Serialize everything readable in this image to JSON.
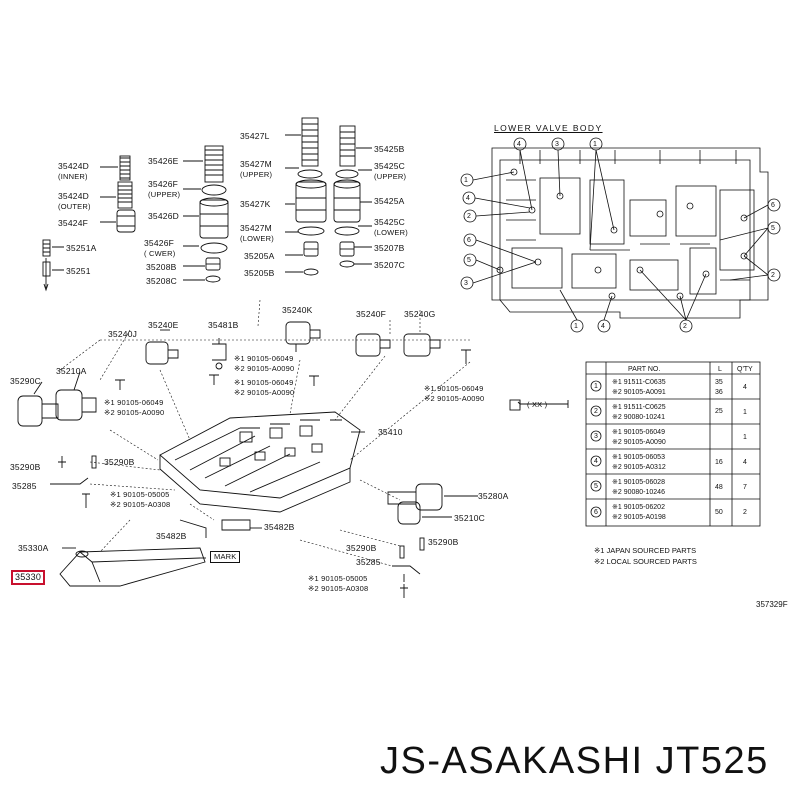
{
  "parts": {
    "left_stack": [
      {
        "code": "35424D",
        "sub": "(INNER)"
      },
      {
        "code": "35424D",
        "sub": "(OUTER)"
      },
      {
        "code": "35424F",
        "sub": ""
      },
      {
        "code": "35251A",
        "sub": ""
      },
      {
        "code": "35251",
        "sub": ""
      }
    ],
    "center_stack": [
      {
        "code": "35426E",
        "sub": ""
      },
      {
        "code": "35426F",
        "sub": "(UPPER)"
      },
      {
        "code": "35426D",
        "sub": ""
      },
      {
        "code": "35426F",
        "sub": "( CWER)"
      },
      {
        "code": "35208B",
        "sub": ""
      },
      {
        "code": "35208C",
        "sub": ""
      }
    ],
    "right_stack_left": [
      {
        "code": "35427L",
        "sub": ""
      },
      {
        "code": "35427M",
        "sub": "(UPPER)"
      },
      {
        "code": "35427K",
        "sub": ""
      },
      {
        "code": "35427M",
        "sub": "(LOWER)"
      },
      {
        "code": "35205A",
        "sub": ""
      },
      {
        "code": "35205B",
        "sub": ""
      }
    ],
    "right_stack_right": [
      {
        "code": "35425B",
        "sub": ""
      },
      {
        "code": "35425C",
        "sub": "(UPPER)"
      },
      {
        "code": "35425A",
        "sub": ""
      },
      {
        "code": "35425C",
        "sub": "(LOWER)"
      },
      {
        "code": "35207B",
        "sub": ""
      },
      {
        "code": "35207C",
        "sub": ""
      }
    ],
    "solenoids_top": [
      "35240E",
      "35481B",
      "35240K",
      "35240F",
      "35240G",
      "35240J"
    ],
    "bolt_groups": [
      {
        "a": "※1 90105-06049",
        "b": "※2 90105-A0090"
      },
      {
        "a": "※1 90105-06049",
        "b": "※2 90105-A0090"
      },
      {
        "a": "※1 90105-06049",
        "b": "※2 90105-A0090"
      },
      {
        "a": "※1 90105-06049",
        "b": "※2 90105-A0090"
      },
      {
        "a": "※1 90105-05005",
        "b": "※2 90105-A0308"
      },
      {
        "a": "※1 90105-05005",
        "b": "※2 90105-A0308"
      }
    ],
    "lower": {
      "p35290C": "35290C",
      "p35210A": "35210A",
      "p35410": "35410",
      "p35290B": "35290B",
      "p35290Bb": "35290B",
      "p35285": "35285",
      "p35280A": "35280A",
      "p35210C": "35210C",
      "p35482B": "35482B",
      "p35482Bb": "35482B",
      "p35330A": "35330A",
      "p35330": "35330",
      "mark": "MARK",
      "p35290B2": "35290B",
      "p35290B3": "35290B",
      "p35285b": "35285"
    },
    "bolt_bar": "( XX )"
  },
  "lower_valve_body": {
    "title": "LOWER  VALVE  BODY",
    "callouts": [
      "1",
      "2",
      "3",
      "4",
      "5",
      "6"
    ],
    "table": {
      "headers": [
        "",
        "PART NO.",
        "L",
        "Q'TY"
      ],
      "rows": [
        {
          "n": "1",
          "a": "※1 91511-C0635",
          "b": "※2 90105-A0091",
          "l1": "35",
          "l2": "36",
          "q": "4"
        },
        {
          "n": "2",
          "a": "※1 91511-C0625",
          "b": "※2 90080-10241",
          "l1": "25",
          "l2": "",
          "q": "1"
        },
        {
          "n": "3",
          "a": "※1 90105-06049",
          "b": "※2 90105-A0090",
          "l1": "",
          "l2": "",
          "q": "1"
        },
        {
          "n": "4",
          "a": "※1 90105-06053",
          "b": "※2 90105-A0312",
          "l1": "16",
          "l2": "",
          "q": "4"
        },
        {
          "n": "5",
          "a": "※1 90105-06028",
          "b": "※2 90080-10246",
          "l1": "48",
          "l2": "",
          "q": "7"
        },
        {
          "n": "6",
          "a": "※1 90105-06202",
          "b": "※2 90105-A0198",
          "l1": "50",
          "l2": "",
          "q": "2"
        }
      ]
    },
    "legend": [
      "※1 JAPAN SOURCED PARTS",
      "※2 LOCAL SOURCED PARTS"
    ]
  },
  "figure_ref": "357329F",
  "brand": "JS-ASAKASHI JT525",
  "colors": {
    "ink": "#111111",
    "highlight": "#c8102e",
    "background": "#ffffff"
  }
}
